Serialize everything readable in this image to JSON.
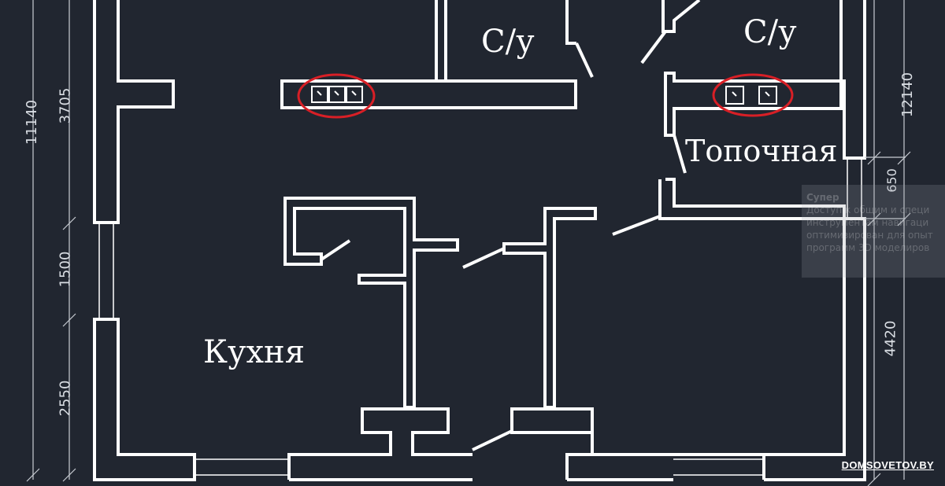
{
  "colors": {
    "background": "#212630",
    "walls": "#ffffff",
    "annotation_circle": "#d81f26",
    "dimension_lines": "#c9cdd3"
  },
  "rooms": {
    "bathroom_1": "С/у",
    "bathroom_2": "С/у",
    "boiler_room": "Топочная",
    "kitchen": "Кухня"
  },
  "dimensions": {
    "left_total": "11140",
    "left_1": "3705",
    "left_2": "1500",
    "left_3": "2550",
    "right_total": "12140",
    "right_1": "650",
    "right_2": "4420"
  },
  "tooltip": {
    "title": "Супер",
    "lines": [
      "Доступ к общим и специ",
      "инструментам навигаци",
      "оптимизирован для опыт",
      "программ 3D моделиров"
    ]
  },
  "watermark": "DOMSOVETOV.BY"
}
